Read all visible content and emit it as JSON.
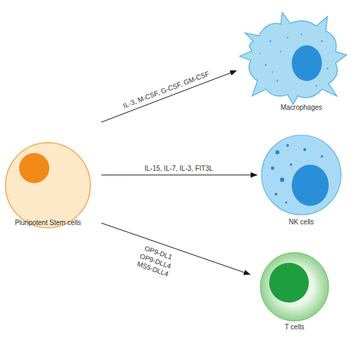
{
  "diagram": {
    "nodes": [
      {
        "text": [
          "Pluripotent Stem cells"
        ]
      },
      {
        "text": [
          "Macrophages"
        ]
      },
      {
        "text": [
          "NK cells"
        ]
      },
      {
        "text": [
          "T cells"
        ]
      }
    ],
    "edges": [
      {
        "from": 0,
        "to": 1,
        "arrow": "to",
        "label": "IL-3, M-CSF, G-CSF, GM-CSF"
      },
      {
        "from": 0,
        "to": 2,
        "arrow": "to",
        "label": "IL-15, IL-7, IL-3, FIT3L"
      },
      {
        "from": 0,
        "to": 3,
        "arrow": "to",
        "label": "OP9-DL1 OP9-DLL4 MS5-DLL4"
      }
    ]
  }
}
